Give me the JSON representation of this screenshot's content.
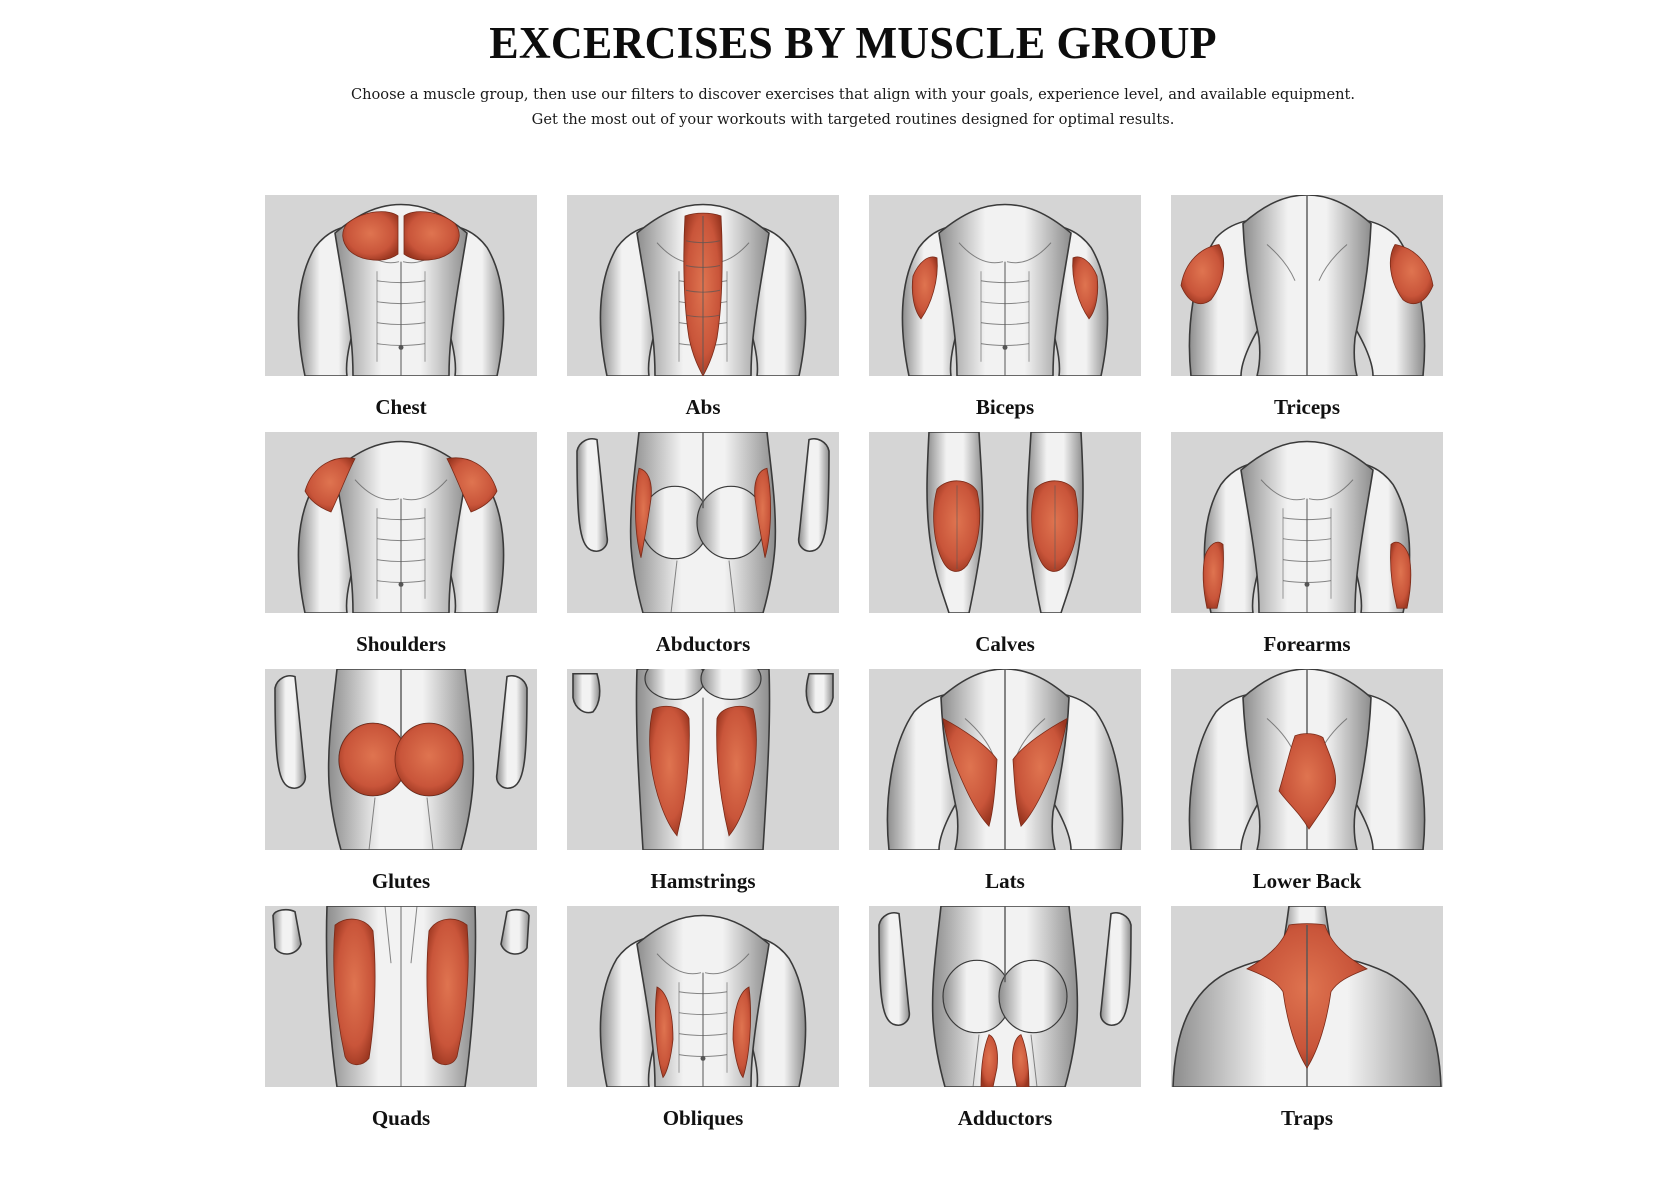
{
  "header": {
    "title": "EXCERCISES BY MUSCLE GROUP",
    "subtitle_lines": [
      "Choose a muscle group, then use our filters to discover exercises that align with your goals, experience level, and available equipment.",
      "Get the most out of your workouts with targeted routines designed for optimal results."
    ]
  },
  "colors": {
    "image_background": "#d5d5d5",
    "muscle_highlight": "#c9553a",
    "body_light": "#f2f2f2",
    "body_shade": "#9a9a9a",
    "outline": "#3a3a3a"
  },
  "muscle_groups": [
    {
      "label": "Chest",
      "view": "front-torso",
      "highlight": "chest"
    },
    {
      "label": "Abs",
      "view": "front-torso",
      "highlight": "abs"
    },
    {
      "label": "Biceps",
      "view": "front-torso",
      "highlight": "biceps"
    },
    {
      "label": "Triceps",
      "view": "back-torso",
      "highlight": "triceps"
    },
    {
      "label": "Shoulders",
      "view": "front-torso",
      "highlight": "shoulders"
    },
    {
      "label": "Abductors",
      "view": "back-hips",
      "highlight": "abductors"
    },
    {
      "label": "Calves",
      "view": "calves",
      "highlight": "calves"
    },
    {
      "label": "Forearms",
      "view": "front-torso",
      "highlight": "forearms"
    },
    {
      "label": "Glutes",
      "view": "back-hips",
      "highlight": "glutes"
    },
    {
      "label": "Hamstrings",
      "view": "back-legs",
      "highlight": "hamstrings"
    },
    {
      "label": "Lats",
      "view": "back-torso",
      "highlight": "lats"
    },
    {
      "label": "Lower Back",
      "view": "back-torso",
      "highlight": "lowerback"
    },
    {
      "label": "Quads",
      "view": "front-legs",
      "highlight": "quads"
    },
    {
      "label": "Obliques",
      "view": "front-torso",
      "highlight": "obliques"
    },
    {
      "label": "Adductors",
      "view": "back-hips",
      "highlight": "adductors"
    },
    {
      "label": "Traps",
      "view": "upper-back",
      "highlight": "traps"
    }
  ]
}
